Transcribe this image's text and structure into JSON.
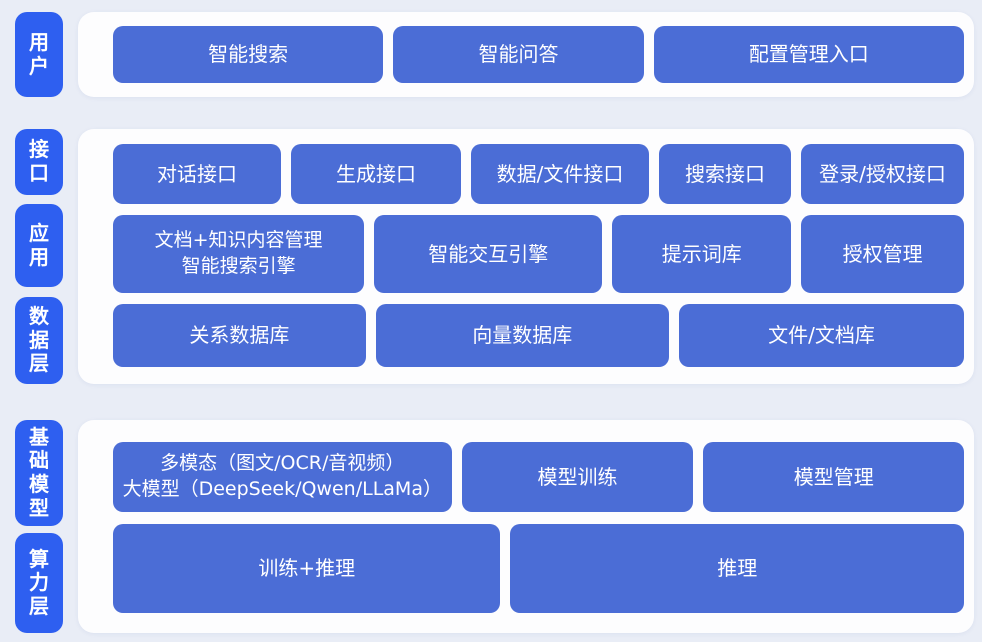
{
  "colors": {
    "page_bg": "#e9edf6",
    "panel_bg": "#fdfdfe",
    "tab_blue": "#2e5ff0",
    "block_blue": "#4b6dd6",
    "text_white": "#ffffff"
  },
  "bands": [
    {
      "name": "user-layer",
      "rail": [
        {
          "label": "用户"
        }
      ],
      "rows": [
        {
          "buttons": [
            "智能搜索",
            "智能问答",
            "配置管理入口"
          ]
        }
      ]
    },
    {
      "name": "interface-application-data-layers",
      "rail": [
        {
          "label": "接口"
        },
        {
          "label": "应用"
        },
        {
          "label": "数据层"
        }
      ],
      "rows": [
        {
          "buttons": [
            "对话接口",
            "生成接口",
            "数据/文件接口",
            "搜索接口",
            "登录/授权接口"
          ]
        },
        {
          "buttons": [
            "文档+知识内容管理\n智能搜索引擎",
            "智能交互引擎",
            "提示词库",
            "授权管理"
          ]
        },
        {
          "buttons": [
            "关系数据库",
            "向量数据库",
            "文件/文档库"
          ]
        }
      ]
    },
    {
      "name": "foundation-model-compute-layers",
      "rail": [
        {
          "label": "基础模型"
        },
        {
          "label": "算力层"
        }
      ],
      "rows": [
        {
          "buttons": [
            "多模态（图文/OCR/音视频）\n大模型（DeepSeek/Qwen/LLaMa）",
            "模型训练",
            "模型管理"
          ]
        },
        {
          "buttons": [
            "训练+推理",
            "推理"
          ]
        }
      ]
    }
  ]
}
